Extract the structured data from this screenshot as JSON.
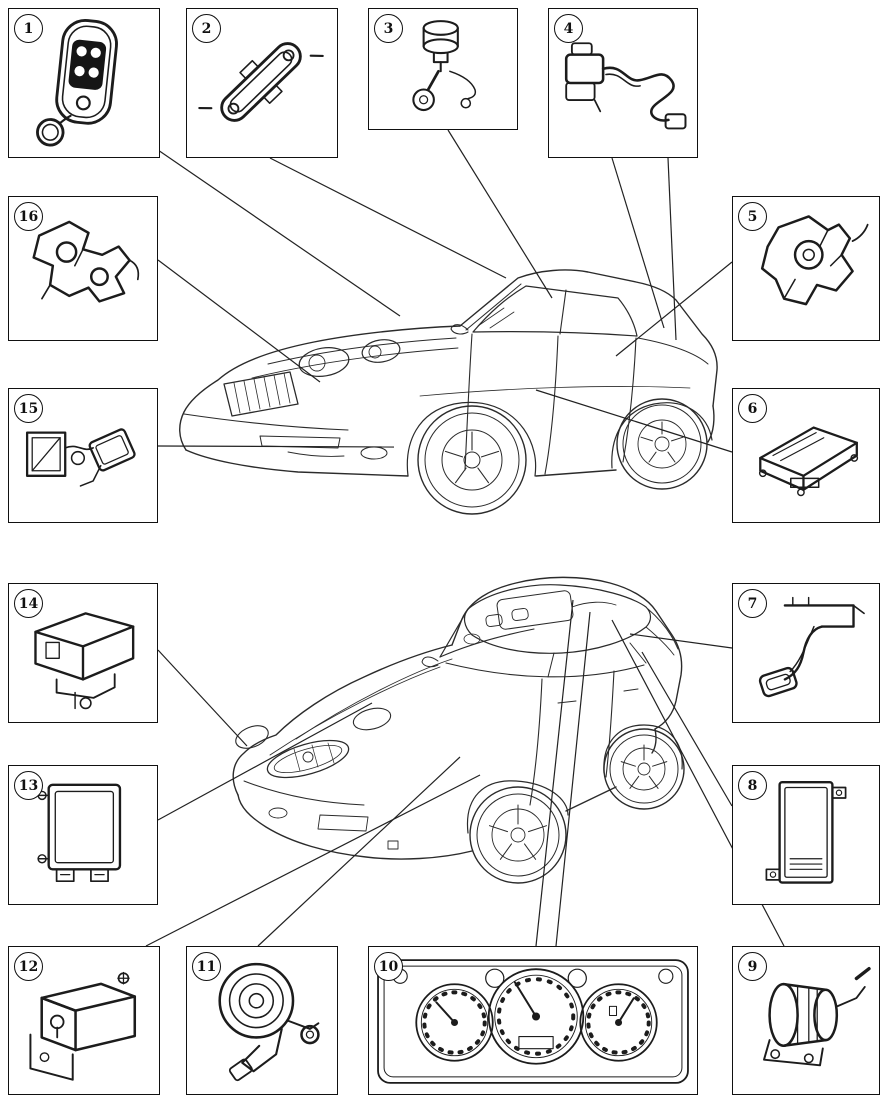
{
  "diagram": {
    "description": "vehicle-security-component-location-diagram",
    "colors": {
      "background": "#ffffff",
      "line": "#1a1a1a"
    },
    "vehicles": [
      {
        "id": "top",
        "view": "front-three-quarter-sedan"
      },
      {
        "id": "bottom",
        "view": "overhead-front-three-quarter-sedan"
      }
    ],
    "callouts": [
      {
        "number": "1",
        "icon": "remote-key-fob-icon"
      },
      {
        "number": "2",
        "icon": "bracket-module-icon"
      },
      {
        "number": "3",
        "icon": "ignition-lock-cylinder-key-icon"
      },
      {
        "number": "4",
        "icon": "ignition-switch-harness-icon"
      },
      {
        "number": "5",
        "icon": "door-latch-actuator-icon"
      },
      {
        "number": "6",
        "icon": "control-module-icon"
      },
      {
        "number": "7",
        "icon": "release-lever-pedal-icon"
      },
      {
        "number": "8",
        "icon": "electronic-module-icon"
      },
      {
        "number": "9",
        "icon": "actuator-motor-icon"
      },
      {
        "number": "10",
        "icon": "instrument-cluster-icon"
      },
      {
        "number": "11",
        "icon": "horn-sounder-icon"
      },
      {
        "number": "12",
        "icon": "module-with-bracket-icon"
      },
      {
        "number": "13",
        "icon": "control-unit-connectors-icon"
      },
      {
        "number": "14",
        "icon": "module-with-flange-icon"
      },
      {
        "number": "15",
        "icon": "sensor-pair-icon"
      },
      {
        "number": "16",
        "icon": "door-latch-assembly-icon"
      }
    ]
  }
}
